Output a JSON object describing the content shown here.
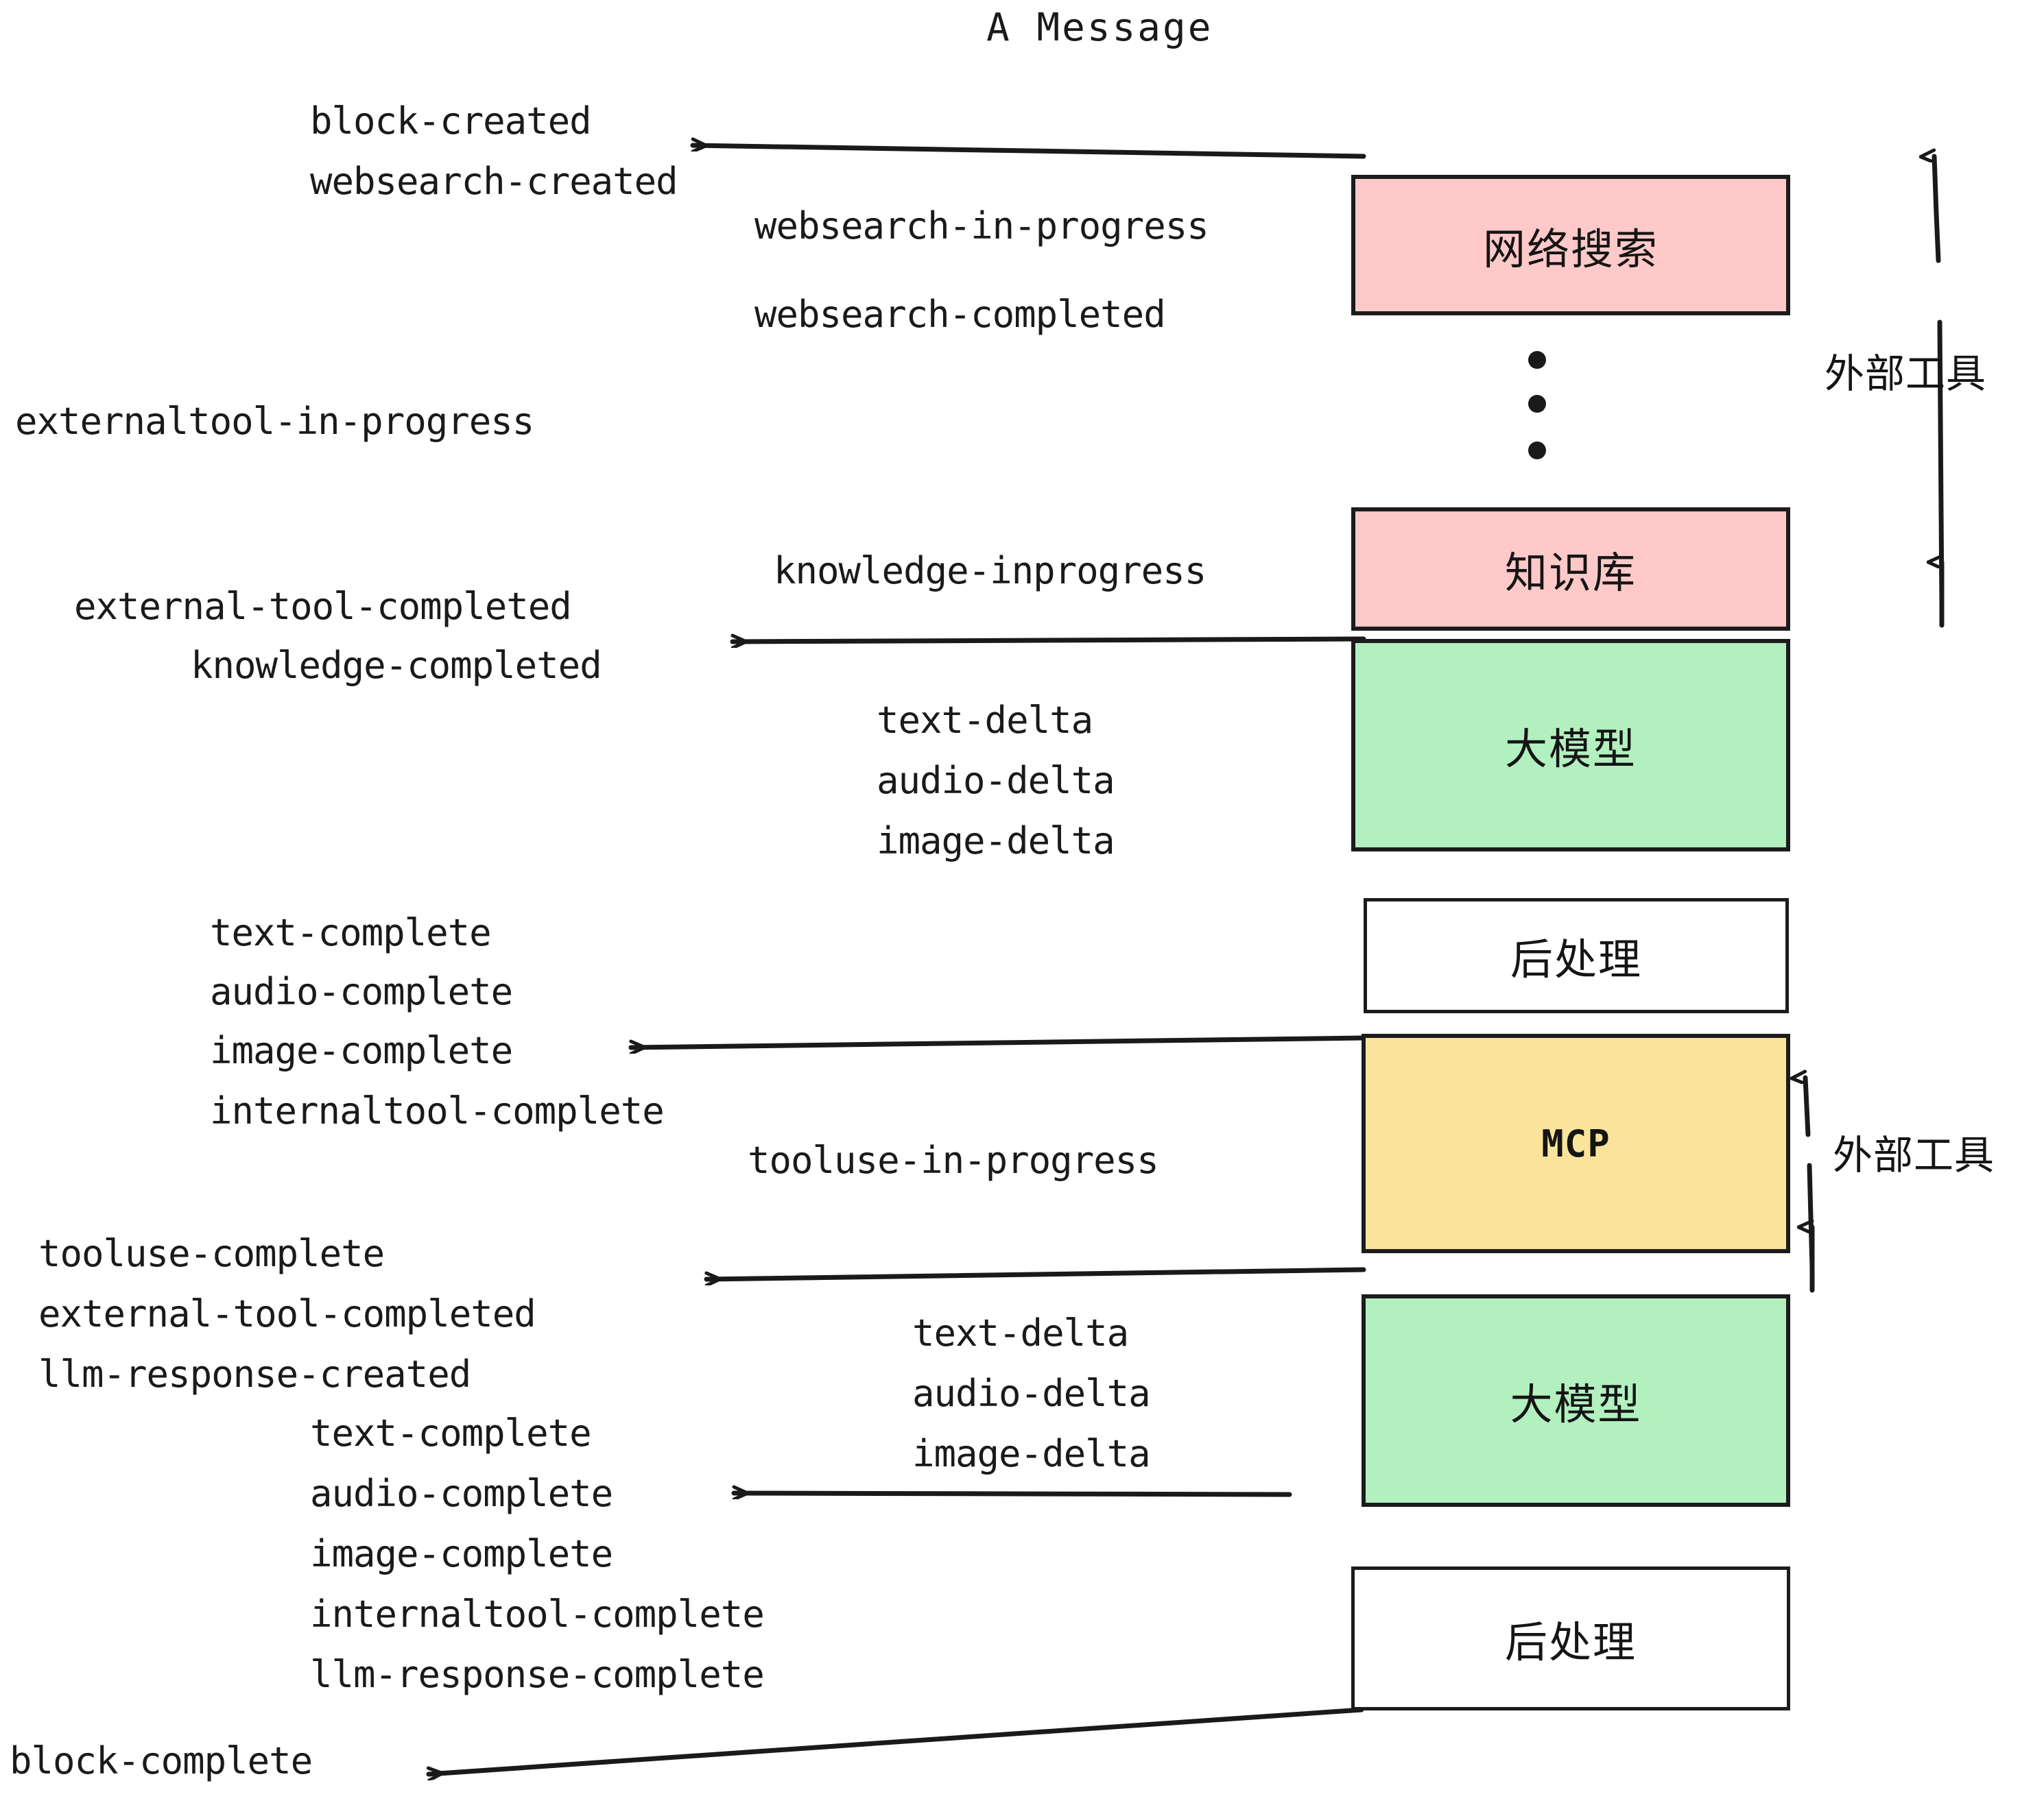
{
  "title": "A Message",
  "colors": {
    "external_tool_fill": "#ffc9c9",
    "llm_fill": "#b2f0c0",
    "mcp_fill": "#fae49c",
    "postprocess_fill": "#ffffff",
    "stroke": "#1c1c1c",
    "text": "#1a1a1a",
    "background": "#ffffff"
  },
  "nodes": [
    {
      "id": "websearch",
      "label": "网络搜索",
      "fill": "#ffc9c9"
    },
    {
      "id": "knowledge",
      "label": "知识库",
      "fill": "#ffc9c9"
    },
    {
      "id": "llm-1",
      "label": "大模型",
      "fill": "#b2f0c0"
    },
    {
      "id": "postprocess-1",
      "label": "后处理",
      "fill": "#ffffff"
    },
    {
      "id": "mcp",
      "label": "MCP",
      "fill": "#fae49c"
    },
    {
      "id": "llm-2",
      "label": "大模型",
      "fill": "#b2f0c0"
    },
    {
      "id": "postprocess-2",
      "label": "后处理",
      "fill": "#ffffff"
    }
  ],
  "group_labels": [
    {
      "id": "external-tools-top",
      "label": "外部工具"
    },
    {
      "id": "external-tools-bottom",
      "label": "外部工具"
    }
  ],
  "events": [
    {
      "id": "block-created",
      "text": "block-created"
    },
    {
      "id": "websearch-created",
      "text": "websearch-created"
    },
    {
      "id": "websearch-in-progress",
      "text": "websearch-in-progress"
    },
    {
      "id": "websearch-completed",
      "text": "websearch-completed"
    },
    {
      "id": "externaltool-in-progress",
      "text": "externaltool-in-progress"
    },
    {
      "id": "knowledge-inprogress",
      "text": "knowledge-inprogress"
    },
    {
      "id": "external-tool-completed-1",
      "text": "external-tool-completed"
    },
    {
      "id": "knowledge-completed",
      "text": "knowledge-completed"
    },
    {
      "id": "text-delta-1",
      "text": "text-delta"
    },
    {
      "id": "audio-delta-1",
      "text": "audio-delta"
    },
    {
      "id": "image-delta-1",
      "text": "image-delta"
    },
    {
      "id": "text-complete-1",
      "text": "text-complete"
    },
    {
      "id": "audio-complete-1",
      "text": "audio-complete"
    },
    {
      "id": "image-complete-1",
      "text": "image-complete"
    },
    {
      "id": "internaltool-complete-1",
      "text": "internaltool-complete"
    },
    {
      "id": "tooluse-in-progress",
      "text": "tooluse-in-progress"
    },
    {
      "id": "tooluse-complete",
      "text": "tooluse-complete"
    },
    {
      "id": "external-tool-completed-2",
      "text": "external-tool-completed"
    },
    {
      "id": "llm-response-created",
      "text": "llm-response-created"
    },
    {
      "id": "text-delta-2",
      "text": "text-delta"
    },
    {
      "id": "audio-delta-2",
      "text": "audio-delta"
    },
    {
      "id": "image-delta-2",
      "text": "image-delta"
    },
    {
      "id": "text-complete-2",
      "text": "text-complete"
    },
    {
      "id": "audio-complete-2",
      "text": "audio-complete"
    },
    {
      "id": "image-complete-2",
      "text": "image-complete"
    },
    {
      "id": "internaltool-complete-2",
      "text": "internaltool-complete"
    },
    {
      "id": "llm-response-complete",
      "text": "llm-response-complete"
    },
    {
      "id": "block-complete",
      "text": "block-complete"
    }
  ]
}
